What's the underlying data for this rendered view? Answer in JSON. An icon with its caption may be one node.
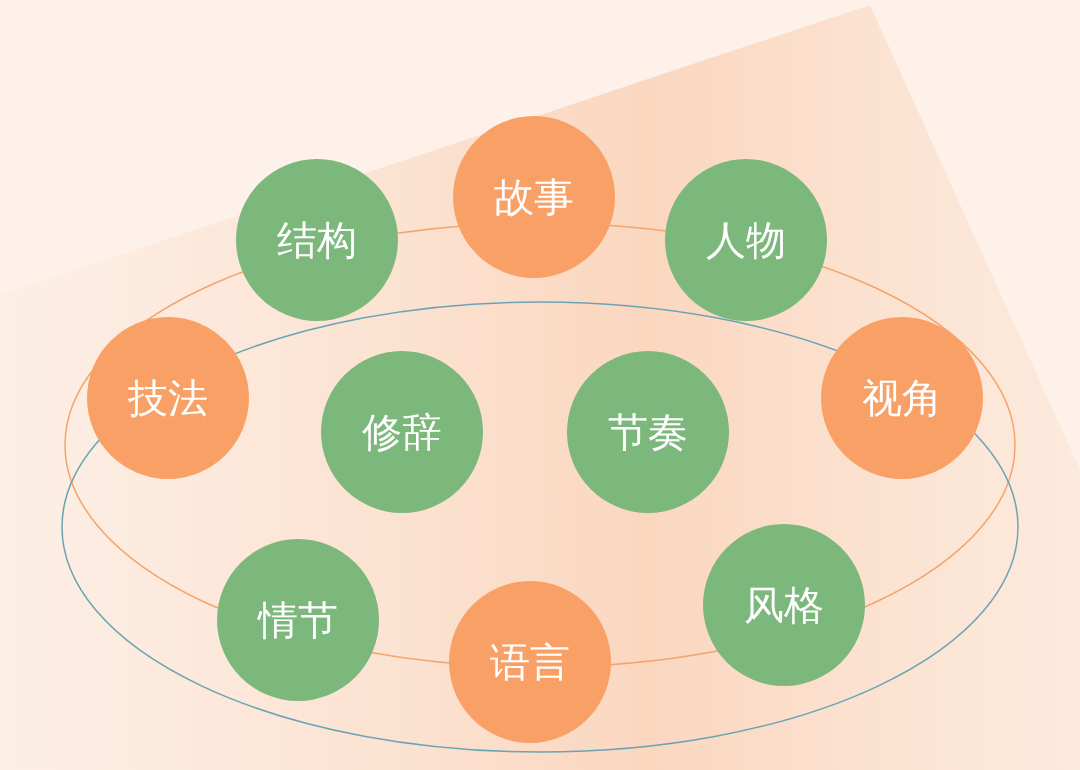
{
  "diagram": {
    "nodes": [
      {
        "text": [
          "故事"
        ]
      },
      {
        "text": [
          "结构"
        ]
      },
      {
        "text": [
          "人物"
        ]
      },
      {
        "text": [
          "技法"
        ]
      },
      {
        "text": [
          "修辞"
        ]
      },
      {
        "text": [
          "节奏"
        ]
      },
      {
        "text": [
          "视角"
        ]
      },
      {
        "text": [
          "情节"
        ]
      },
      {
        "text": [
          "语言"
        ]
      },
      {
        "text": [
          "风格"
        ]
      }
    ]
  }
}
